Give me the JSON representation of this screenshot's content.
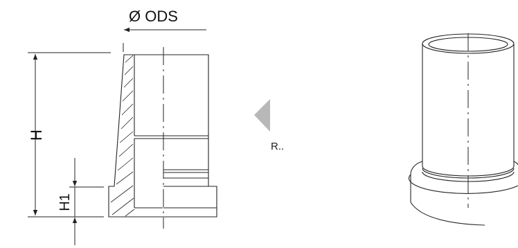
{
  "drawing": {
    "diameter_label": "Ø ODS",
    "height_label": "H",
    "base_height_label": "H1",
    "view_reference": "R..",
    "colors": {
      "line": "#222222",
      "arrow_marker": "#b8b8b8",
      "background": "#ffffff"
    }
  }
}
